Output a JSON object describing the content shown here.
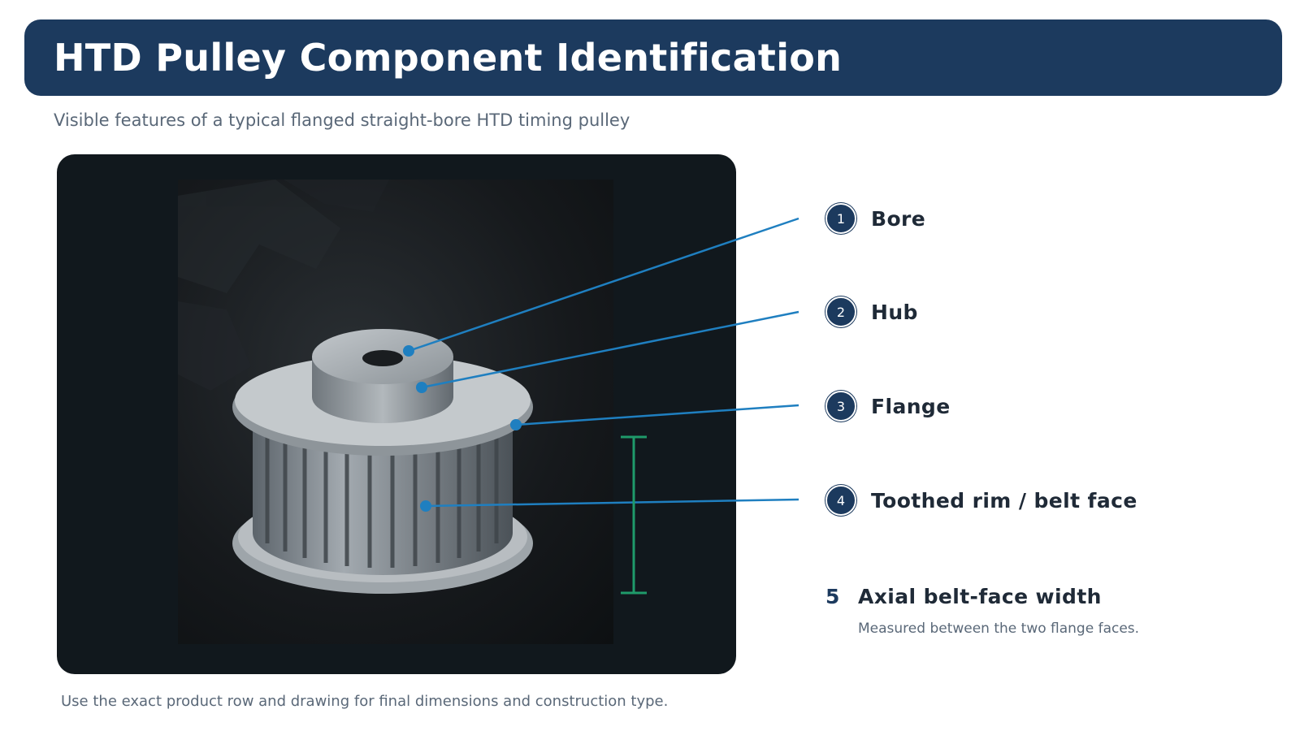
{
  "header": {
    "title": "HTD Pulley Component Identification"
  },
  "subtitle": "Visible features of a typical flanged straight-bore HTD timing pulley",
  "callouts": [
    {
      "number": "1",
      "label": "Bore"
    },
    {
      "number": "2",
      "label": "Hub"
    },
    {
      "number": "3",
      "label": "Flange"
    },
    {
      "number": "4",
      "label": "Toothed rim / belt face"
    }
  ],
  "measurement": {
    "number": "5",
    "label": "Axial belt-face width",
    "note": "Measured between the two flange faces."
  },
  "footnote": "Use the exact product row and drawing for final dimensions and construction type.",
  "colors": {
    "header_bg": "#1c3a5e",
    "leader_line": "#1f7fc0",
    "dimension_marker": "#1f9a6a",
    "panel_bg": "#11181d"
  }
}
